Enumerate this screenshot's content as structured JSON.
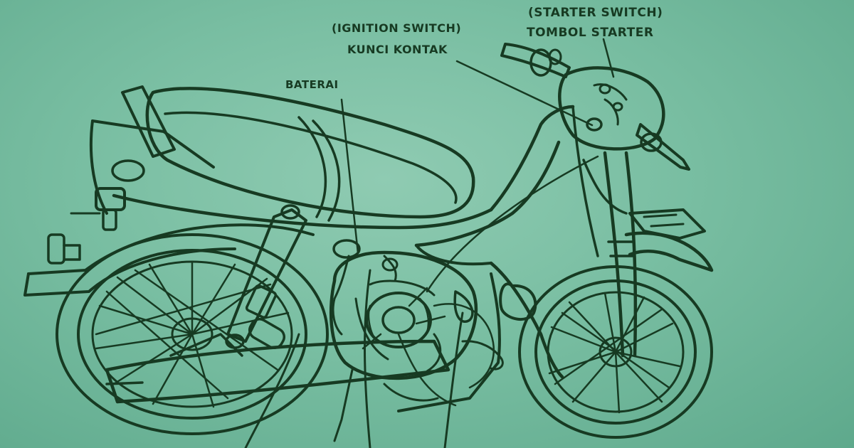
{
  "labels": {
    "starter_switch_en": "(STARTER SWITCH)",
    "starter_switch_id": "TOMBOL STARTER",
    "ignition_switch_en": "(IGNITION SWITCH)",
    "ignition_switch_id": "KUNCI KONTAK",
    "battery": "BATERAI"
  },
  "colors": {
    "paper": "#79bea2",
    "ink": "#173a22"
  }
}
